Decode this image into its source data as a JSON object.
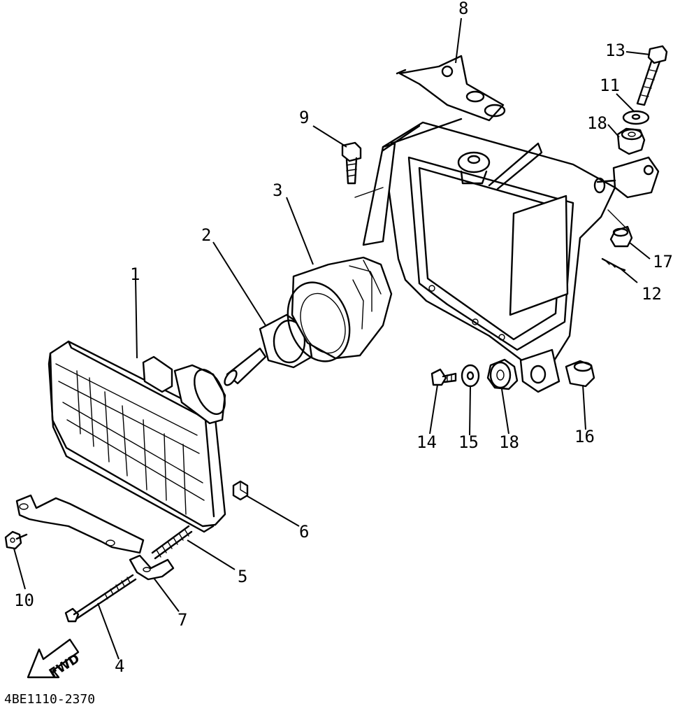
{
  "diagram": {
    "drawing_code": "4BE1110-2370",
    "fwd_arrow_text": "FWD",
    "callouts": [
      {
        "id": "c1",
        "text": "1"
      },
      {
        "id": "c2",
        "text": "2"
      },
      {
        "id": "c3",
        "text": "3"
      },
      {
        "id": "c4",
        "text": "4"
      },
      {
        "id": "c5",
        "text": "5"
      },
      {
        "id": "c6",
        "text": "6"
      },
      {
        "id": "c7",
        "text": "7"
      },
      {
        "id": "c8",
        "text": "8"
      },
      {
        "id": "c9",
        "text": "9"
      },
      {
        "id": "c10",
        "text": "10"
      },
      {
        "id": "c11",
        "text": "11"
      },
      {
        "id": "c12",
        "text": "12"
      },
      {
        "id": "c13",
        "text": "13"
      },
      {
        "id": "c14",
        "text": "14"
      },
      {
        "id": "c15",
        "text": "15"
      },
      {
        "id": "c16",
        "text": "16"
      },
      {
        "id": "c17",
        "text": "17"
      },
      {
        "id": "c18a",
        "text": "18"
      },
      {
        "id": "c18b",
        "text": "18"
      }
    ]
  }
}
